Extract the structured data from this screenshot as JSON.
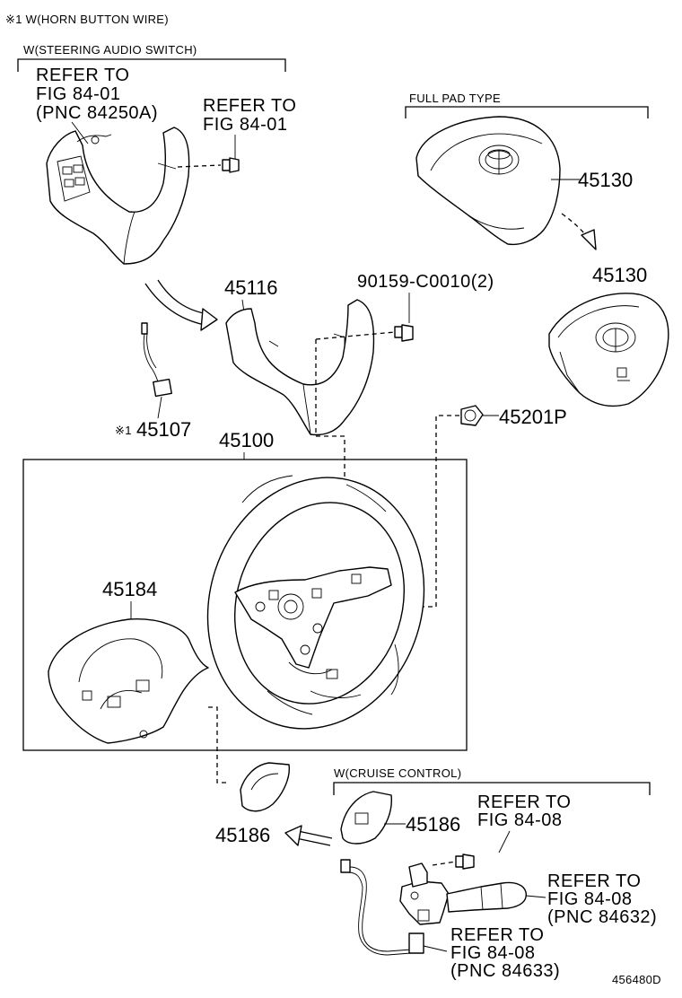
{
  "notes": {
    "horn_wire": "※1 W(HORN BUTTON WIRE)",
    "steering_audio": "W(STEERING AUDIO SWITCH)",
    "full_pad": "FULL PAD TYPE",
    "cruise": "W(CRUISE CONTROL)",
    "ref_mark": "※1"
  },
  "references": {
    "audio_a": [
      "REFER TO",
      "FIG 84-01",
      "(PNC 84250A)"
    ],
    "audio_b": [
      "REFER TO",
      "FIG 84-01"
    ],
    "cruise_a": [
      "REFER TO",
      "FIG 84-08"
    ],
    "cruise_b": [
      "REFER TO",
      "FIG 84-08",
      "(PNC 84632)"
    ],
    "cruise_c": [
      "REFER TO",
      "FIG 84-08",
      "(PNC 84633)"
    ]
  },
  "parts": {
    "p45130_top": "45130",
    "p45130_bottom": "45130",
    "p45116": "45116",
    "p90159": "90159-C0010(2)",
    "p45107": "45107",
    "p45100": "45100",
    "p45201p": "45201P",
    "p45184": "45184",
    "p45186_left": "45186",
    "p45186_right": "45186"
  },
  "diagram_id": "456480D"
}
